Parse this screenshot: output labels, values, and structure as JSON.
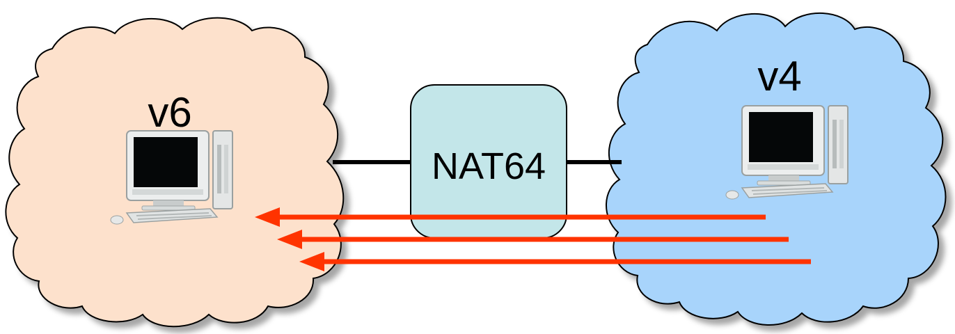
{
  "diagram": {
    "left_network": {
      "label": "v6",
      "fill": "#fde1cc"
    },
    "right_network": {
      "label": "v4",
      "fill": "#a8d4fb"
    },
    "translator": {
      "label": "NAT64",
      "fill": "#c3e6e9"
    },
    "arrow_color": "#ff3300",
    "arrow_count": 3,
    "hosts": [
      {
        "name": "v6-host",
        "icon": "desktop-computer-icon"
      },
      {
        "name": "v4-host",
        "icon": "desktop-computer-icon"
      }
    ]
  }
}
